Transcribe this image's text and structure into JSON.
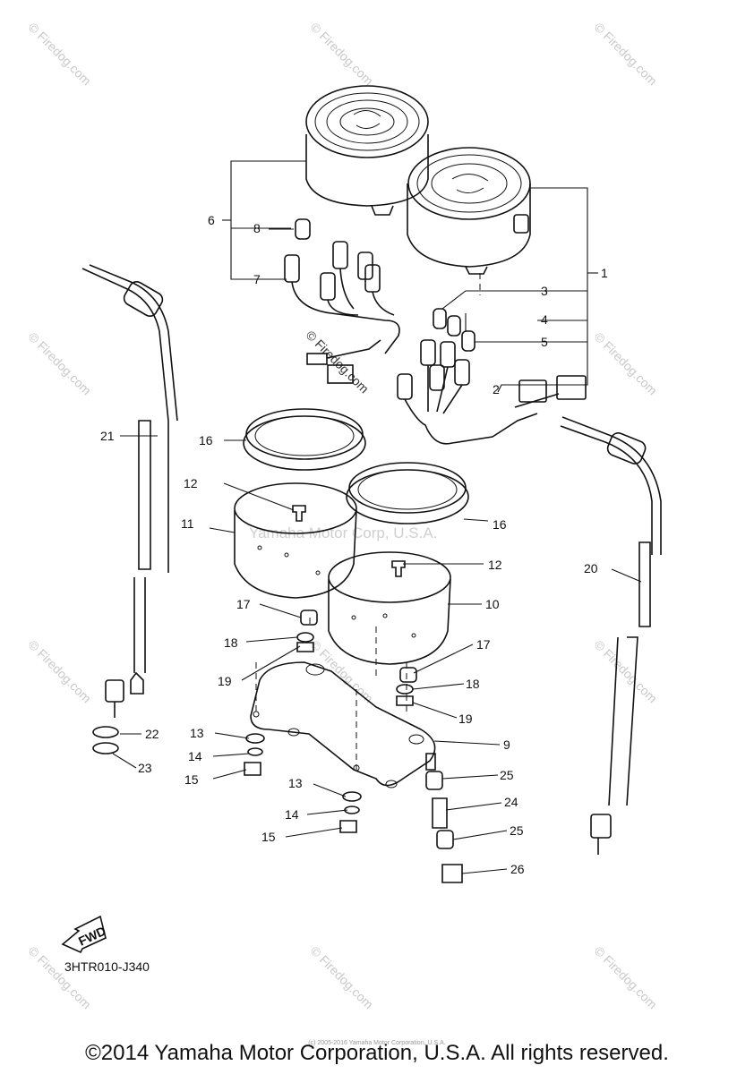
{
  "watermark": {
    "text": "© Firedog.com",
    "center_text": "Yamaha Motor Corp, U.S.A."
  },
  "callouts": [
    "1",
    "2",
    "3",
    "4",
    "5",
    "6",
    "7",
    "8",
    "9",
    "10",
    "11",
    "12",
    "12",
    "13",
    "13",
    "14",
    "14",
    "15",
    "15",
    "16",
    "16",
    "17",
    "17",
    "18",
    "18",
    "19",
    "19",
    "20",
    "21",
    "22",
    "23",
    "24",
    "25",
    "25",
    "26"
  ],
  "fwd_label": "FWD",
  "diagram_code": "3HTR010-J340",
  "tiny_note": "(c) 2005-2016 Yamaha Motor Corporation, U.S.A.",
  "copyright": "©2014 Yamaha Motor Corporation, U.S.A. All rights reserved."
}
